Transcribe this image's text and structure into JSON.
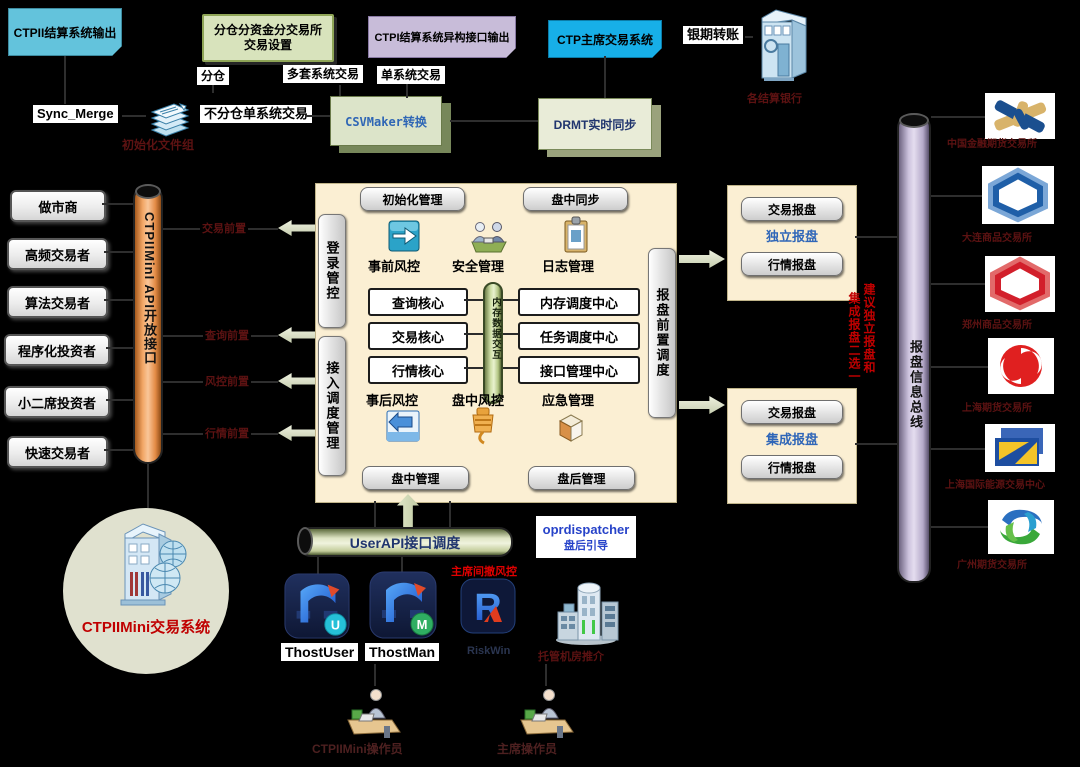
{
  "top": {
    "ctpii_settle_output": "CTPII结算系统输出",
    "warehouse_box_line1": "分仓分资金分交易所",
    "warehouse_box_line2": "交易设置",
    "ctpi_hetero_output": "CTPI结算系统异构接口输出",
    "ctp_main_system": "CTP主席交易系统",
    "bank_transfer": "银期转账",
    "banks_label": "各结算银行",
    "warehouse": "分仓",
    "multi_system_trade": "多套系统交易",
    "single_system_trade": "单系统交易",
    "sync_merge": "Sync_Merge",
    "no_warehouse_trade": "不分仓单系统交易",
    "init_file_group": "初始化文件组",
    "csv_maker": "CSVMaker转换",
    "drmt_sync": "DRMT实时同步"
  },
  "left": {
    "users": [
      "做市商",
      "高频交易者",
      "算法交易者",
      "程序化投资者",
      "小二席投资者",
      "快速交易者"
    ],
    "api_bus": "CTPIIMinI API开放接口",
    "fronts": [
      "交易前置",
      "查询前置",
      "风控前置",
      "行情前置"
    ]
  },
  "center": {
    "btn_init": "初始化管理",
    "btn_sync": "盘中同步",
    "tab_login": "登录管控",
    "tab_access": "接入调度管理",
    "tab_quote": "报盘前置调度",
    "pre_risk": "事前风控",
    "security": "安全管理",
    "log": "日志管理",
    "cores": [
      "查询核心",
      "交易核心",
      "行情核心"
    ],
    "bus": "内存数据交互",
    "centers": [
      "内存调度中心",
      "任务调度中心",
      "接口管理中心"
    ],
    "post_risk": "事后风控",
    "intraday_risk": "盘中风控",
    "emergency": "应急管理",
    "btn_intraday": "盘中管理",
    "btn_after": "盘后管理"
  },
  "right": {
    "trade_quote": "交易报盘",
    "md_quote": "行情报盘",
    "independent": "独立报盘",
    "integrated": "集成报盘",
    "note_line1": "建议独立报盘和",
    "note_line2": "集成报盘二选一",
    "bus": "报盘信息总线",
    "exchanges": [
      "中国金融期货交易所",
      "大连商品交易所",
      "郑州商品交易所",
      "上海期货交易所",
      "上海国际能源交易中心",
      "广州期货交易所"
    ]
  },
  "bottom": {
    "userapi_bus": "UserAPI接口调度",
    "dispatcher": "oprdispatcher",
    "dispatcher_sub": "盘后引导",
    "thost_user": "ThostUser",
    "thost_user_badge": "U",
    "thost_man": "ThostMan",
    "thost_man_badge": "M",
    "risk_note": "主席间撤风控",
    "risk_app": "RiskWin",
    "idc_label": "托管机房推介",
    "mini_system": "CTPIIMini交易系统",
    "operator_mini": "CTPIIMini操作员",
    "operator_main": "主席操作员"
  }
}
